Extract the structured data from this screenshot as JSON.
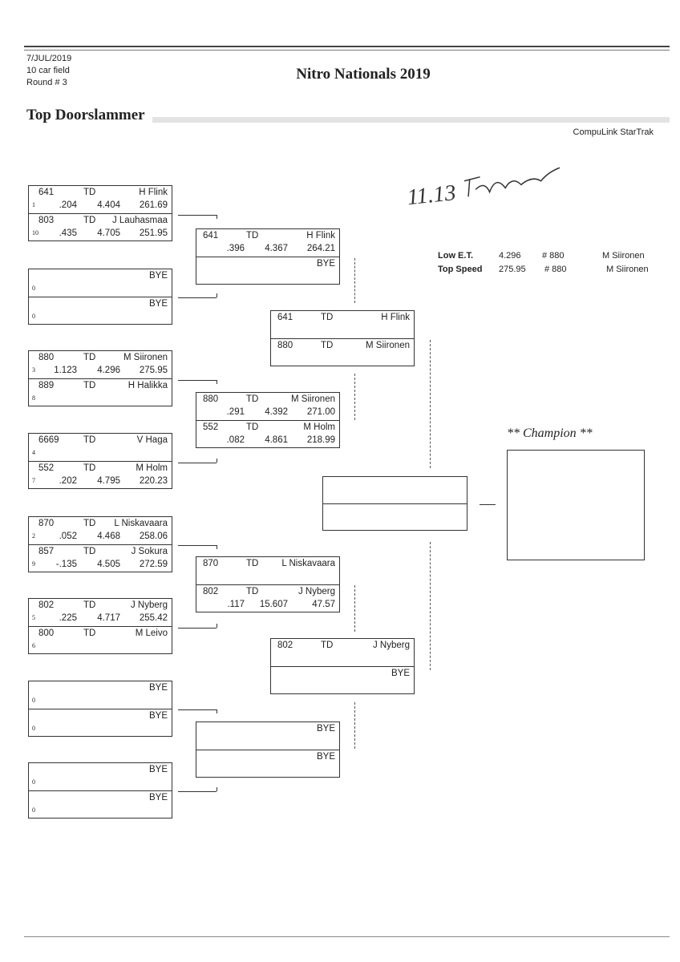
{
  "header": {
    "date": "7/JUL/2019",
    "field": "10 car field",
    "round": "Round # 3",
    "event_title": "Nitro Nationals 2019",
    "class_title": "Top Doorslammer",
    "brand": "CompuLink StarTrak"
  },
  "signature_text": "11.13",
  "stats": {
    "low_et": {
      "label": "Low  E.T.",
      "value": "4.296",
      "car": "# 880",
      "driver": "M Siironen"
    },
    "top_speed": {
      "label": "Top Speed",
      "value": "275.95",
      "car": "# 880",
      "driver": "M Siironen"
    }
  },
  "champion_label": "** Champion **",
  "rounds": [
    {
      "matches": [
        [
          {
            "num": "641",
            "cls": "TD",
            "name": "H Flink",
            "seed": "1",
            "rt": ".204",
            "et": "4.404",
            "spd": "261.69"
          },
          {
            "num": "803",
            "cls": "TD",
            "name": "J Lauhasmaa",
            "seed": "10",
            "rt": ".435",
            "et": "4.705",
            "spd": "251.95"
          }
        ],
        [
          {
            "num": "",
            "cls": "",
            "name": "BYE",
            "seed": "0",
            "rt": "",
            "et": "",
            "spd": ""
          },
          {
            "num": "",
            "cls": "",
            "name": "BYE",
            "seed": "0",
            "rt": "",
            "et": "",
            "spd": ""
          }
        ],
        [
          {
            "num": "880",
            "cls": "TD",
            "name": "M Siironen",
            "seed": "3",
            "rt": "1.123",
            "et": "4.296",
            "spd": "275.95"
          },
          {
            "num": "889",
            "cls": "TD",
            "name": "H Halikka",
            "seed": "8",
            "rt": "",
            "et": "",
            "spd": ""
          }
        ],
        [
          {
            "num": "6669",
            "cls": "TD",
            "name": "V Haga",
            "seed": "4",
            "rt": "",
            "et": "",
            "spd": ""
          },
          {
            "num": "552",
            "cls": "TD",
            "name": "M Holm",
            "seed": "7",
            "rt": ".202",
            "et": "4.795",
            "spd": "220.23"
          }
        ],
        [
          {
            "num": "870",
            "cls": "TD",
            "name": "L Niskavaara",
            "seed": "2",
            "rt": ".052",
            "et": "4.468",
            "spd": "258.06"
          },
          {
            "num": "857",
            "cls": "TD",
            "name": "J Sokura",
            "seed": "9",
            "rt": "-.135",
            "et": "4.505",
            "spd": "272.59"
          }
        ],
        [
          {
            "num": "802",
            "cls": "TD",
            "name": "J Nyberg",
            "seed": "5",
            "rt": ".225",
            "et": "4.717",
            "spd": "255.42"
          },
          {
            "num": "800",
            "cls": "TD",
            "name": "M Leivo",
            "seed": "6",
            "rt": "",
            "et": "",
            "spd": ""
          }
        ],
        [
          {
            "num": "",
            "cls": "",
            "name": "BYE",
            "seed": "0",
            "rt": "",
            "et": "",
            "spd": ""
          },
          {
            "num": "",
            "cls": "",
            "name": "BYE",
            "seed": "0",
            "rt": "",
            "et": "",
            "spd": ""
          }
        ],
        [
          {
            "num": "",
            "cls": "",
            "name": "BYE",
            "seed": "0",
            "rt": "",
            "et": "",
            "spd": ""
          },
          {
            "num": "",
            "cls": "",
            "name": "BYE",
            "seed": "0",
            "rt": "",
            "et": "",
            "spd": ""
          }
        ]
      ]
    },
    {
      "matches": [
        [
          {
            "num": "641",
            "cls": "TD",
            "name": "H Flink",
            "rt": ".396",
            "et": "4.367",
            "spd": "264.21"
          },
          {
            "num": "",
            "cls": "",
            "name": "BYE",
            "rt": "",
            "et": "",
            "spd": ""
          }
        ],
        [
          {
            "num": "880",
            "cls": "TD",
            "name": "M Siironen",
            "rt": ".291",
            "et": "4.392",
            "spd": "271.00"
          },
          {
            "num": "552",
            "cls": "TD",
            "name": "M Holm",
            "rt": ".082",
            "et": "4.861",
            "spd": "218.99"
          }
        ],
        [
          {
            "num": "870",
            "cls": "TD",
            "name": "L Niskavaara",
            "rt": "",
            "et": "",
            "spd": ""
          },
          {
            "num": "802",
            "cls": "TD",
            "name": "J Nyberg",
            "rt": ".117",
            "et": "15.607",
            "spd": "47.57"
          }
        ],
        [
          {
            "num": "",
            "cls": "",
            "name": "BYE",
            "rt": "",
            "et": "",
            "spd": ""
          },
          {
            "num": "",
            "cls": "",
            "name": "BYE",
            "rt": "",
            "et": "",
            "spd": ""
          }
        ]
      ]
    },
    {
      "matches": [
        [
          {
            "num": "641",
            "cls": "TD",
            "name": "H Flink",
            "rt": "",
            "et": "",
            "spd": ""
          },
          {
            "num": "880",
            "cls": "TD",
            "name": "M Siironen",
            "rt": "",
            "et": "",
            "spd": ""
          }
        ],
        [
          {
            "num": "802",
            "cls": "TD",
            "name": "J Nyberg",
            "rt": "",
            "et": "",
            "spd": ""
          },
          {
            "num": "",
            "cls": "",
            "name": "BYE",
            "rt": "",
            "et": "",
            "spd": ""
          }
        ]
      ]
    }
  ]
}
